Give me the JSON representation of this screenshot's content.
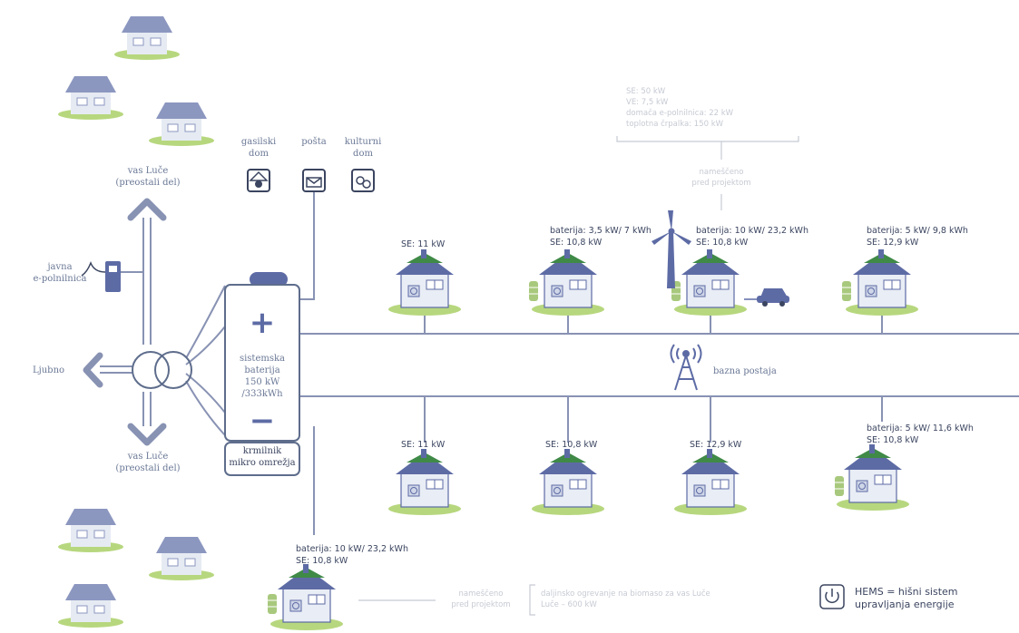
{
  "colors": {
    "line": "#8892b3",
    "house_wall": "#e9edf5",
    "house_roof": "#5d6ba5",
    "solar": "#3f8a47",
    "grass": "#b7d77e",
    "battery": "#a8c97d",
    "faint": "#c6cad3"
  },
  "top_buildings": [
    {
      "label": "gasilski\ndom",
      "icon": "fire-station-icon"
    },
    {
      "label": "pošta",
      "icon": "mail-envelope-icon"
    },
    {
      "label": "kulturni\ndom",
      "icon": "culture-masks-icon"
    }
  ],
  "left_labels": {
    "top_village": "vas Luče\n(preostali del)",
    "ev_station": "javna\ne-polnilnica",
    "ljubno": "Ljubno",
    "bottom_village": "vas Luče\n(preostali del)"
  },
  "system_battery": {
    "plus": "+",
    "minus": "−",
    "label": "sistemska\nbaterija\n150 kW\n/333kWh"
  },
  "microgrid_controller": "krmilnik\nmikro omrežja",
  "planned": {
    "specs": "SE: 50 kW\nVE: 7,5 kW\ndomača e-polnilnica: 22 kW\ntoplotna črpalka: 150 kW",
    "caption": "nameščeno\npred projektom"
  },
  "top_houses": [
    {
      "label": "SE: 11 kW",
      "battery": false,
      "wind": false,
      "car": false
    },
    {
      "label": "baterija: 3,5 kW/ 7 kWh\nSE: 10,8 kW",
      "battery": true,
      "wind": false,
      "car": false
    },
    {
      "label": "baterija: 10 kW/ 23,2 kWh\nSE: 10,8 kW",
      "battery": true,
      "wind": true,
      "car": true
    },
    {
      "label": "baterija: 5 kW/ 9,8 kWh\nSE: 12,9 kW",
      "battery": true,
      "wind": false,
      "car": false
    }
  ],
  "base_station": "bazna postaja",
  "bottom_houses": [
    {
      "label": "SE: 11 kW",
      "battery": false
    },
    {
      "label": "SE: 10,8 kW",
      "battery": false
    },
    {
      "label": "SE: 12,9 kW",
      "battery": false
    },
    {
      "label": "baterija: 5 kW/ 11,6 kWh\nSE: 10,8 kW",
      "battery": true
    }
  ],
  "branch_house": {
    "label": "baterija: 10 kW/ 23,2 kWh\nSE: 10,8 kW"
  },
  "bottom_note": {
    "caption": "nameščeno\npred projektom",
    "text": "daljinsko ogrevanje na biomaso za vas Luče\nLuče – 600 kW"
  },
  "legend": {
    "text": "HEMS = hišni sistem\nupravljanja energije",
    "icon": "power-icon"
  }
}
